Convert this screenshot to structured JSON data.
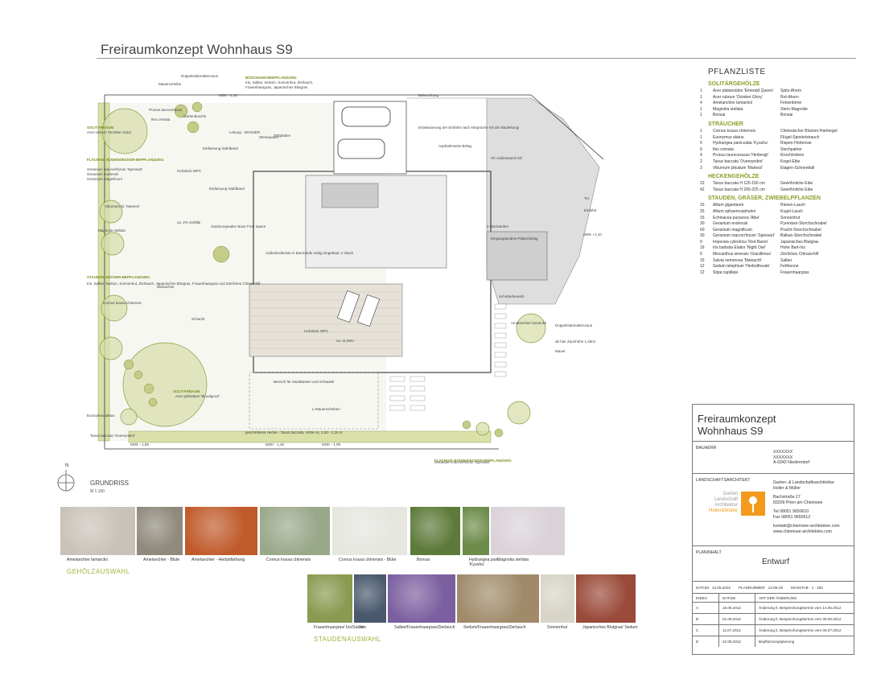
{
  "title": "Freiraumkonzept Wohnhaus S9",
  "grundriss": {
    "title": "GRUNDRISS",
    "scale": "M 1:100",
    "north": "N"
  },
  "plan_labels": [
    {
      "t": "Mauerscheibe",
      "g": false
    },
    {
      "t": "BÖSCHUNGSBEPFLANZUNG:",
      "g": true
    },
    {
      "t": "Iris, Salbei, Sedum, Sonnenhut, Zierlauch,",
      "g": false
    },
    {
      "t": "Frauenhaargras, Japanisches Blutgras",
      "g": false
    },
    {
      "t": "Doppelstabmattenzaun",
      "g": false
    },
    {
      "t": "Beleuchtung",
      "g": false
    },
    {
      "t": "MOK +1,10",
      "g": false
    },
    {
      "t": "Prunus laurocerasus",
      "g": false
    },
    {
      "t": "Ilex crenata",
      "g": false
    },
    {
      "t": "Gartendusche",
      "g": false
    },
    {
      "t": "Leitung - WASSER",
      "g": false
    },
    {
      "t": "Steinquader",
      "g": false
    },
    {
      "t": "Einfassung Stahlband",
      "g": false
    },
    {
      "t": "Trittplatten",
      "g": false
    },
    {
      "t": "Entwässerung der Einfahrt nach Absprache mit der Bauleitung!",
      "g": false
    },
    {
      "t": "Asphaltmastix-Belag",
      "g": false
    },
    {
      "t": "VK Außenwand OG",
      "g": false
    },
    {
      "t": "SOLITÄRBAUM",
      "g": true
    },
    {
      "t": "Acer rubrum 'October Glory'",
      "g": false
    },
    {
      "t": "FLÄCHIGE BODENDECKER-BEPFLANZUNG:",
      "g": true
    },
    {
      "t": "Geranium macrorrhizum 'Spessart'",
      "g": false
    },
    {
      "t": "Geranium endressii",
      "g": false
    },
    {
      "t": "Geranium magnificum",
      "g": false
    },
    {
      "t": "Holzdeck WPC",
      "g": false
    },
    {
      "t": "Einfassung Stahlband",
      "g": false
    },
    {
      "t": "Viburnum pl. 'Mariesii'",
      "g": false
    },
    {
      "t": "ca. 2% Gefälle",
      "g": false
    },
    {
      "t": "Magnolia stellata",
      "g": false
    },
    {
      "t": "Outdoorspeaker Bose Free Space",
      "g": false
    },
    {
      "t": "Außenleckleiste in Blockstufe mittig eingebaut, 2 Stück",
      "g": false
    },
    {
      "t": "2 Blockstufen",
      "g": false
    },
    {
      "t": "Eingangspodest Plattenbelag",
      "g": false
    },
    {
      "t": "Tor",
      "g": false
    },
    {
      "t": "Einfahrt",
      "g": false
    },
    {
      "t": "MOK +1,10",
      "g": false
    },
    {
      "t": "STAUDEN-GRÄSER-BEPFLANZUNG:",
      "g": true
    },
    {
      "t": "Iris, Salbei, Sedum, Sonnenhut, Zierlauch, Japanisches Blutgras, Frauenhaargras und Zierliches Chinaschilf",
      "g": false
    },
    {
      "t": "Blickachse",
      "g": false
    },
    {
      "t": "Cornus kousa chinensis",
      "g": false
    },
    {
      "t": "Schacht",
      "g": false
    },
    {
      "t": "Holzdeck WPC",
      "g": false
    },
    {
      "t": "ca. 11,50m",
      "g": false
    },
    {
      "t": "Schotterbereich",
      "g": false
    },
    {
      "t": "Amelanchier lamarckii",
      "g": false
    },
    {
      "t": "Doppelstabmattenzaun",
      "g": false
    },
    {
      "t": "ab hier Zaunhöhe 1,40m!",
      "g": false
    },
    {
      "t": "Mauer",
      "g": false
    },
    {
      "t": "Bereich für Sandkasten und Schaukel",
      "g": false
    },
    {
      "t": "SOLITÄRBAUM",
      "g": true
    },
    {
      "t": "Acer palmatum 'Bloodgood'",
      "g": false
    },
    {
      "t": "L-Mauerscheiben",
      "g": false
    },
    {
      "t": "Euonymus alatus",
      "g": false
    },
    {
      "t": "Taxus baccata 'Overeynderi'",
      "g": false
    },
    {
      "t": "geschnittene Hecke - Taxus baccata, Höhe ca. 2,00 - 2,25 m",
      "g": false
    },
    {
      "t": "MOK - 1,86",
      "g": false
    },
    {
      "t": "MOK - 1,46",
      "g": false
    },
    {
      "t": "MOK - 1,09",
      "g": false
    },
    {
      "t": "FLÄCHIGE BODENDECKER-BEPFLANZUNG:",
      "g": true
    },
    {
      "t": "Geranium macrorrhizum 'Spessart'",
      "g": false
    }
  ],
  "plant_list": {
    "title": "PFLANZLISTE",
    "sections": [
      {
        "name": "SOLITÄRGEHÖLZE",
        "rows": [
          [
            "1",
            "Acer platanoides 'Emerald Queen'",
            "Spitz-Ahorn"
          ],
          [
            "1",
            "Acer rubrum 'October Glory'",
            "Rot-Ahorn"
          ],
          [
            "4",
            "Amelanchier lamarckii",
            "Felsenbirne"
          ],
          [
            "1",
            "Magnolia stellata",
            "Stern-Magnolie"
          ],
          [
            "1",
            "Bonsai",
            "Bonsai"
          ]
        ]
      },
      {
        "name": "STRÄUCHER",
        "rows": [
          [
            "1",
            "Cornus kousa chinensis",
            "Chinesischer Blumen-Hartriegel"
          ],
          [
            "1",
            "Euonymus alatus",
            "Flügel-Spindelstrauch"
          ],
          [
            "5",
            "Hydrangea paniculata 'Kyushu'",
            "Rispen-Hortensie"
          ],
          [
            "9",
            "Ilex crenata",
            "Stechpalme"
          ],
          [
            "4",
            "Prunus laurocerasus 'Herbergii'",
            "Kirschlorbeer"
          ],
          [
            "2",
            "Taxus baccata 'Overeynderi'",
            "Kegel-Eibe"
          ],
          [
            "3",
            "Viburnum plicatum 'Mariesii'",
            "Etagen-Schneeball"
          ]
        ]
      },
      {
        "name": "HECKENGEHÖLZE",
        "rows": [
          [
            "22",
            "Taxus baccata H 125-150 cm",
            "Gewöhnliche Eibe"
          ],
          [
            "42",
            "Taxus baccata H 200-225 cm",
            "Gewöhnliche Eibe"
          ]
        ]
      },
      {
        "name": "STAUDEN, GRÄSER, ZWIEBELPFLANZEN",
        "rows": [
          [
            "15",
            "Allium giganteum",
            "Riesen-Lauch"
          ],
          [
            "25",
            "Allium sphaerocephalon",
            "Kugel-Lauch"
          ],
          [
            "15",
            "Echinacea purpurea 'Alba'",
            "Sonnenhut"
          ],
          [
            "30",
            "Geranium endressii",
            "Pyrenäen-Storchschnabel"
          ],
          [
            "60",
            "Geranium magnificum",
            "Pracht-Storchschnabel"
          ],
          [
            "30",
            "Geranium macrorrhizum 'Spessart'",
            "Balkan-Storchschnabel"
          ],
          [
            "9",
            "Imperata cylindrica 'Red Baron'",
            "Japanisches Blutgras"
          ],
          [
            "16",
            "Iris barbata Elatior 'Night Owl'",
            "Hohe Bart-Iris"
          ],
          [
            "6",
            "Miscanthus sinensis 'Gracillimus'",
            "Zierliches Chinaschilf"
          ],
          [
            "15",
            "Salvia nemorosa 'Mainacht'",
            "Salbei"
          ],
          [
            "12",
            "Sedum telephium 'Herbstfreude'",
            "Fetthenne"
          ],
          [
            "12",
            "Stipa capillata",
            "Frauenhaargras"
          ]
        ]
      }
    ]
  },
  "title_block": {
    "line1": "Freiraumkonzept",
    "line2": "Wohnhaus S9",
    "bauherr_label": "BAUHERR",
    "bauherr": [
      "XXXXXXX",
      "XXXXXXX",
      "A-6342 Niederndorf"
    ],
    "architect_label": "LANDSCHAFTSARCHITEKT",
    "architect": [
      "Garten- & Landschaftsarchitektur",
      "Holler & Müller"
    ],
    "address": [
      "Bachstraße 17",
      "83209 Prien am Chiemsee"
    ],
    "phone": [
      "Tel  08051 9650610",
      "Fax  08051 9650612"
    ],
    "web": [
      "kontakt@chiemsee-architekten.com",
      "www.chiemsee-architekten.com"
    ],
    "logo": [
      "Garten",
      "Landschaft",
      "Architektur",
      "Holler&Müller"
    ],
    "planinhalt_label": "PLANINHALT",
    "planinhalt": "Entwurf",
    "datum_label": "DATUM",
    "datum": "14.05.2012",
    "plannummer_label": "PLANNUMMER",
    "plannummer": "12-05-26",
    "masstab_label": "MASSTAB",
    "masstab": "1 : 100",
    "rev_headers": [
      "INDEX",
      "DATUM",
      "ART DER ÄNDERUNG"
    ],
    "revisions": [
      [
        "A",
        "16.05.2012",
        "Änderung lt. Besprechungstermin vom 14.05.2012"
      ],
      [
        "B",
        "01.06.2012",
        "Änderung lt. Besprechungstermin vom 30.05.2012"
      ],
      [
        "C",
        "11.07.2012",
        "Änderung lt. Besprechungstermin vom 06.07.2012"
      ],
      [
        "D",
        "22.08.2012",
        "Bepflanzungsplanung"
      ]
    ]
  },
  "photos_woody": {
    "group": "GEHÖLZAUSWAHL",
    "items": [
      {
        "caption": "Amelanchier lamarckii",
        "color": "#c9c2b8"
      },
      {
        "caption": "Amelanchier - Blüte",
        "color": "#8f8a7c"
      },
      {
        "caption": "Amelanchier - Herbstfärbung",
        "color": "#c05a2a"
      },
      {
        "caption": "Cornus kousa chinensis",
        "color": "#9aa88a"
      },
      {
        "caption": "Cornus kousa chinensis - Blüte",
        "color": "#e4e6df"
      },
      {
        "caption": "Bonsai",
        "color": "#5e7a3a"
      },
      {
        "caption": "Hydrangea pan. 'Kyushu'",
        "color": "#6d8c4a"
      },
      {
        "caption": "Magnolia stellata",
        "color": "#d9d2d8"
      }
    ]
  },
  "photos_perennial": {
    "group": "STAUDENAUSWAHL",
    "items": [
      {
        "caption": "Frauenhaargras/ Iris/Salbei",
        "color": "#8a9a50"
      },
      {
        "caption": "Iris",
        "color": "#4a5a6e"
      },
      {
        "caption": "Salbei/Frauenhaargras/Zierlauch",
        "color": "#7b5fa0"
      },
      {
        "caption": "Sedum/Frauenhaargras/Zierlauch",
        "color": "#a08a6a"
      },
      {
        "caption": "Sonnenhut",
        "color": "#d8d4c8"
      },
      {
        "caption": "Japanisches Blutgras/ Sedum",
        "color": "#9a4a3a"
      }
    ]
  },
  "colors": {
    "accent_green": "#8aa02a",
    "hedge": "#d9e0a8",
    "logo_orange": "#f39a1c"
  }
}
